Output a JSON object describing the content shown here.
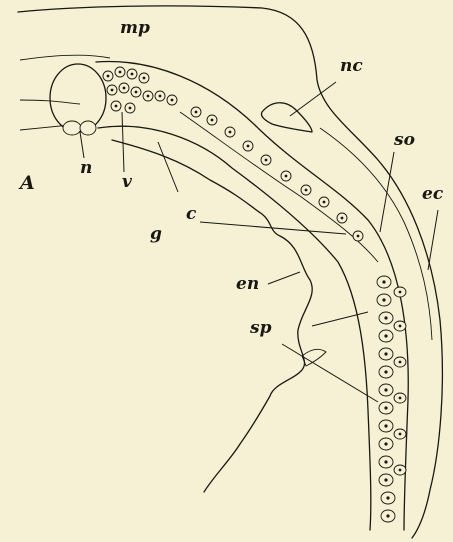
{
  "figure": {
    "panel_letter": "A",
    "labels": {
      "mp": "mp",
      "nc": "nc",
      "so": "so",
      "ec": "ec",
      "c": "c",
      "g": "g",
      "en": "en",
      "sp": "sp",
      "n": "n",
      "v": "v"
    }
  }
}
